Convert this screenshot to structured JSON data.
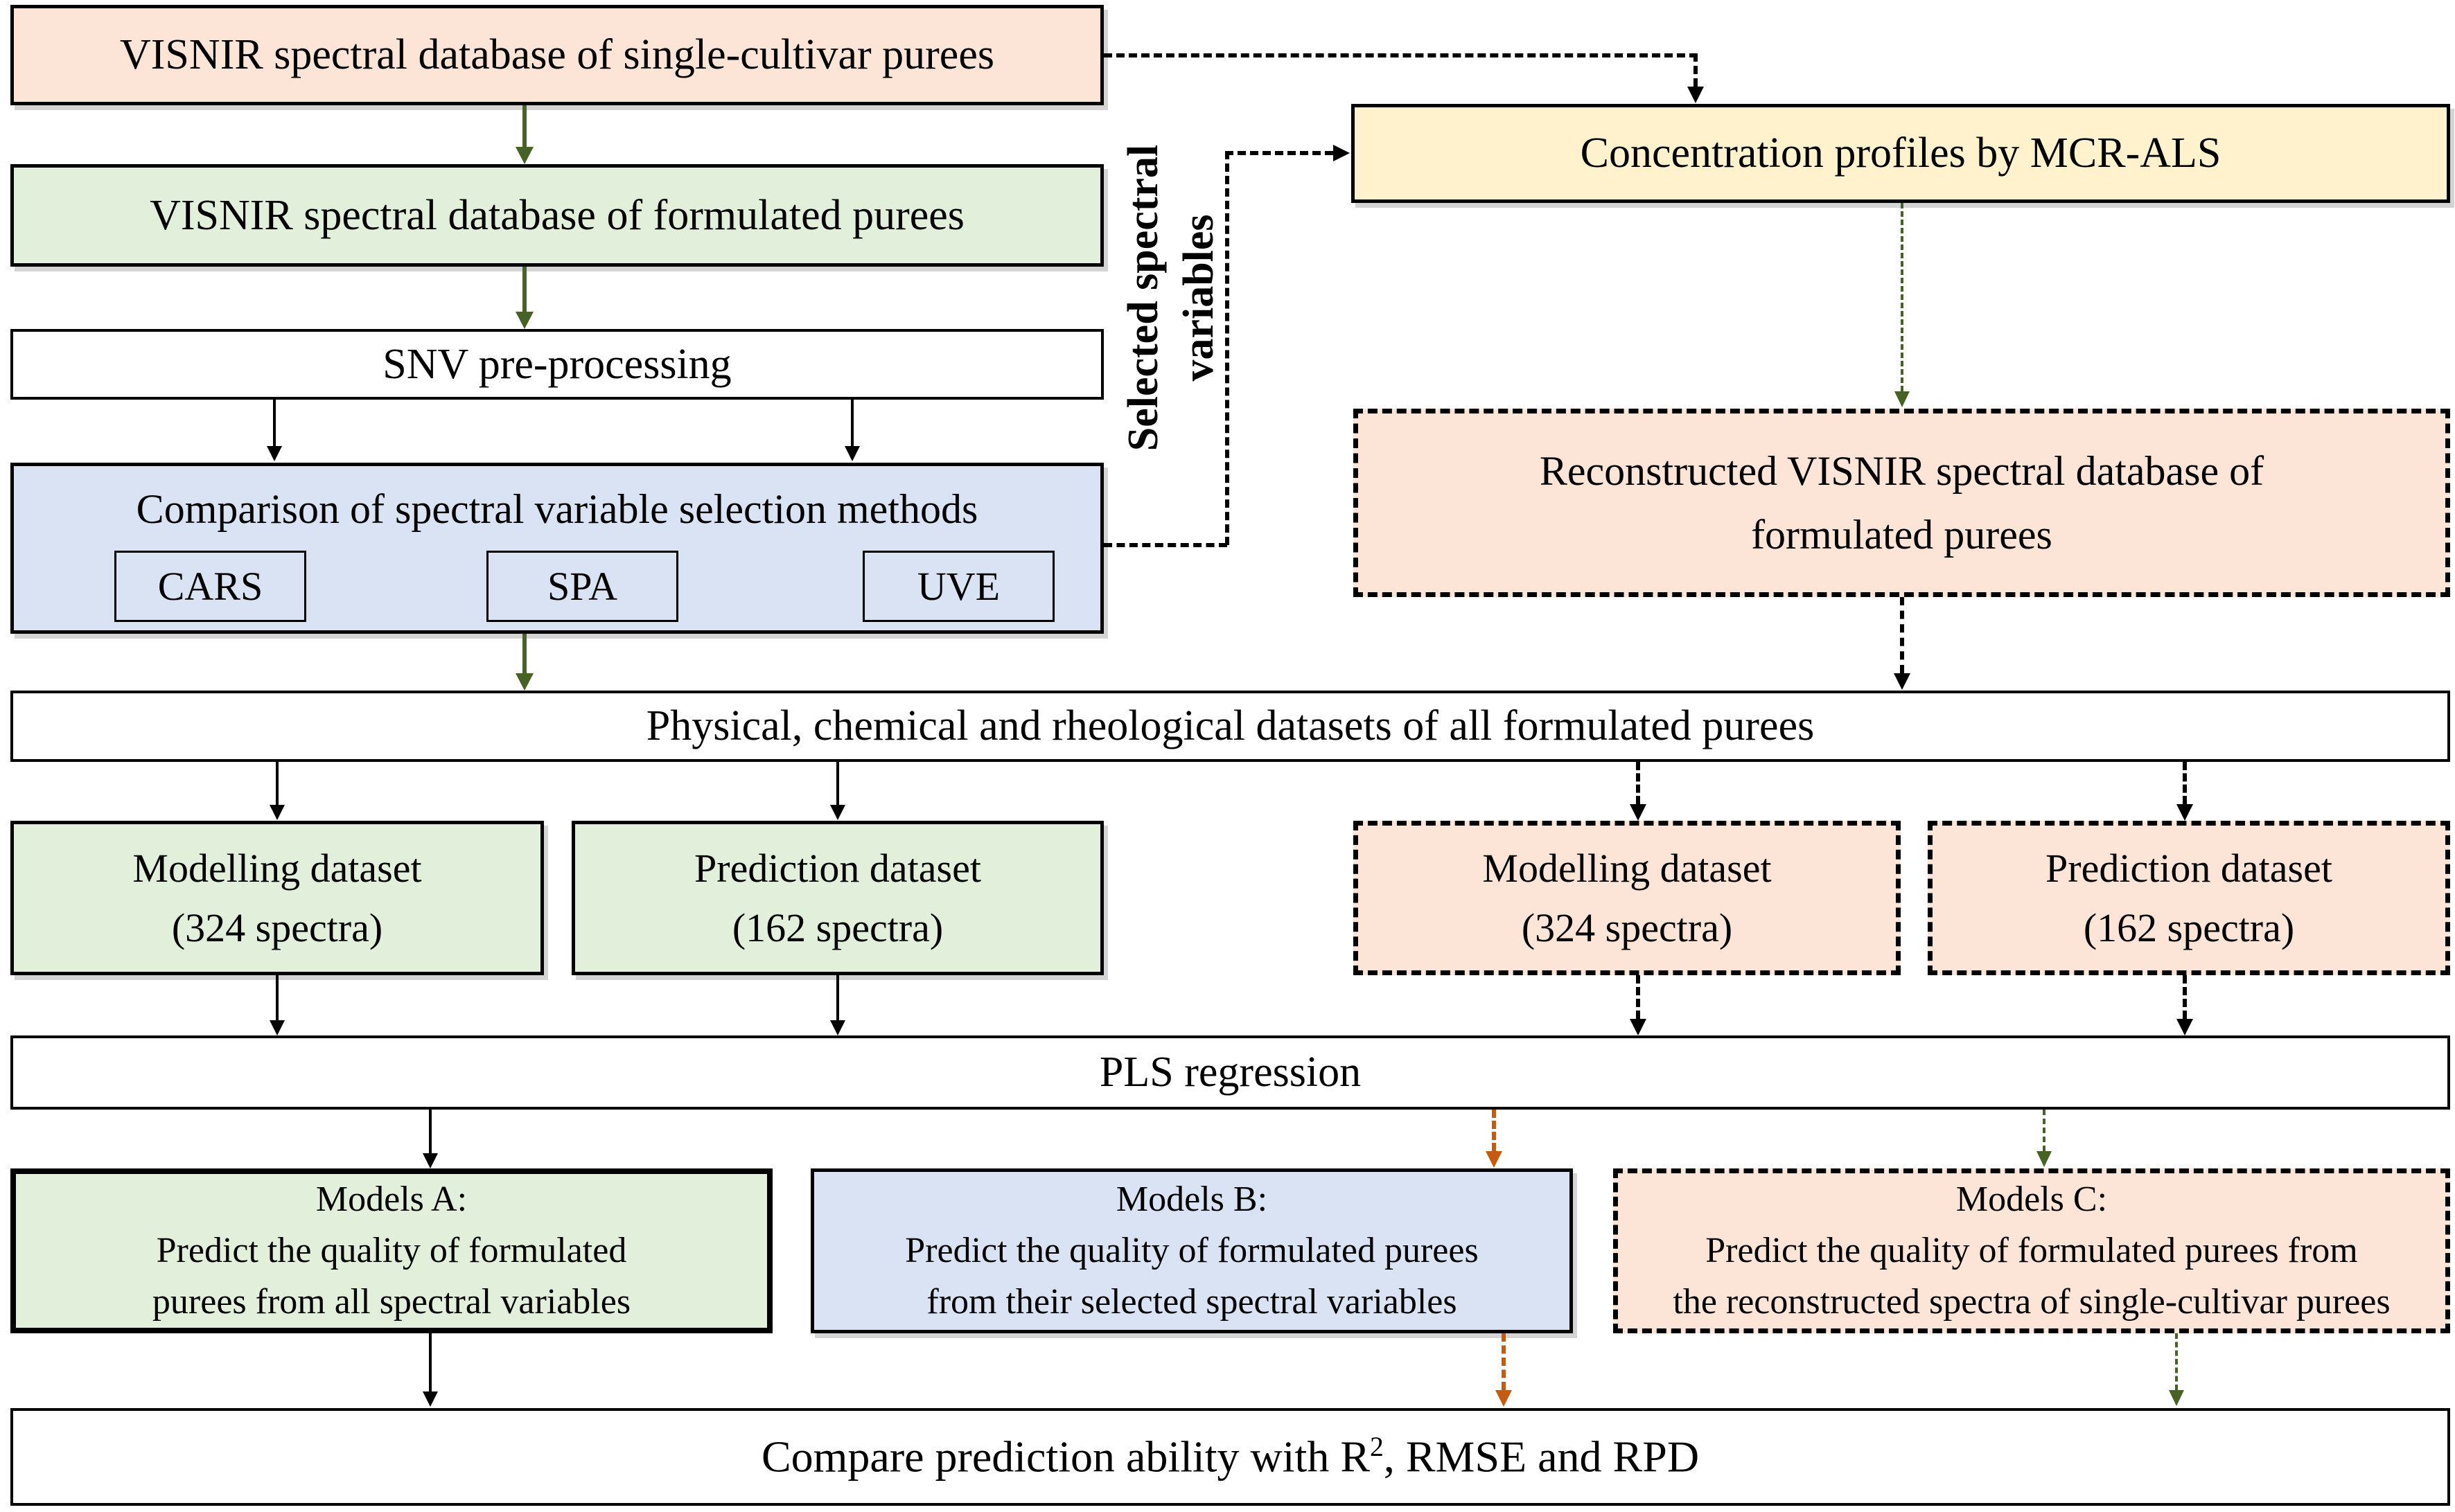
{
  "boxes": {
    "single_cultivar_db": {
      "label": "VISNIR spectral database of single-cultivar purees"
    },
    "formulated_db": {
      "label": "VISNIR spectral database of formulated purees"
    },
    "snv": {
      "label": "SNV pre-processing"
    },
    "comparison": {
      "title": "Comparison of spectral variable selection methods",
      "methods": [
        "CARS",
        "SPA",
        "UVE"
      ]
    },
    "selected_label": {
      "line1": "Selected spectral",
      "line2": "variables"
    },
    "mcr": {
      "label": "Concentration profiles by MCR-ALS"
    },
    "reconstructed": {
      "line1": "Reconstructed VISNIR spectral database of",
      "line2": "formulated purees"
    },
    "physical": {
      "label": "Physical, chemical and rheological datasets of all formulated purees"
    },
    "modelling_a": {
      "line1": "Modelling dataset",
      "line2": "(324 spectra)"
    },
    "prediction_a": {
      "line1": "Prediction dataset",
      "line2": "(162 spectra)"
    },
    "modelling_c": {
      "line1": "Modelling dataset",
      "line2": "(324 spectra)"
    },
    "prediction_c": {
      "line1": "Prediction dataset",
      "line2": "(162 spectra)"
    },
    "pls": {
      "label": "PLS regression"
    },
    "models_a": {
      "line1": "Models A:",
      "line2": "Predict the quality of formulated",
      "line3": "purees from all spectral variables"
    },
    "models_b": {
      "line1": "Models B:",
      "line2": "Predict the quality of formulated purees",
      "line3": "from their selected spectral variables"
    },
    "models_c": {
      "line1": "Models C:",
      "line2": "Predict the quality of formulated purees from",
      "line3": "the reconstructed spectra of single-cultivar purees"
    },
    "compare": {
      "pre": "Compare prediction ability with R",
      "sup": "2",
      "post": ", RMSE and RPD"
    }
  },
  "colors": {
    "peach": "#fce4d6",
    "green": "#e2efda",
    "blue": "#dae3f3",
    "yellow": "#fff2cc",
    "arrow_green": "#466325",
    "arrow_orange": "#c55a11",
    "line_black": "#000000"
  }
}
